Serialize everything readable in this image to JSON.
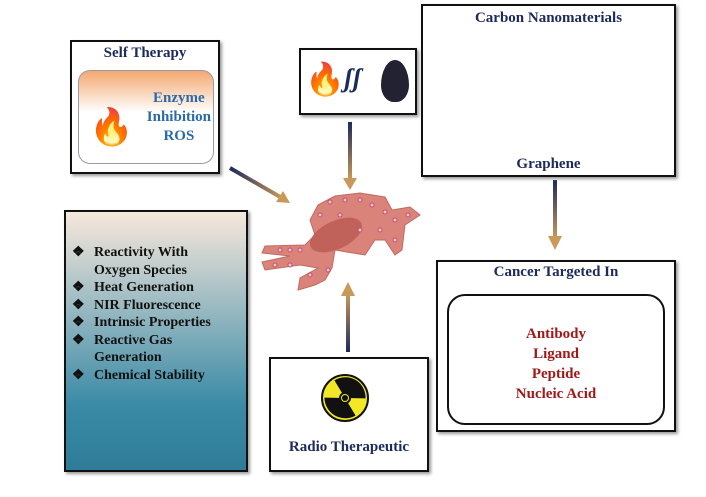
{
  "self_therapy": {
    "title": "Self Therapy",
    "items": [
      "Enzyme",
      "Inhibition",
      "ROS"
    ]
  },
  "carbon": {
    "title": "Carbon Nanomaterials",
    "caption": "Graphene"
  },
  "cancer": {
    "title": "Cancer Targeted In",
    "items": [
      "Antibody",
      "Ligand",
      "Peptide",
      "Nucleic Acid"
    ]
  },
  "properties": {
    "items": [
      "Reactivity With Oxygen Species",
      "Heat Generation",
      "NIR Fluorescence",
      "Intrinsic Properties",
      "Reactive Gas Generation",
      "Chemical Stability"
    ]
  },
  "radio": {
    "label": "Radio Therapeutic"
  }
}
